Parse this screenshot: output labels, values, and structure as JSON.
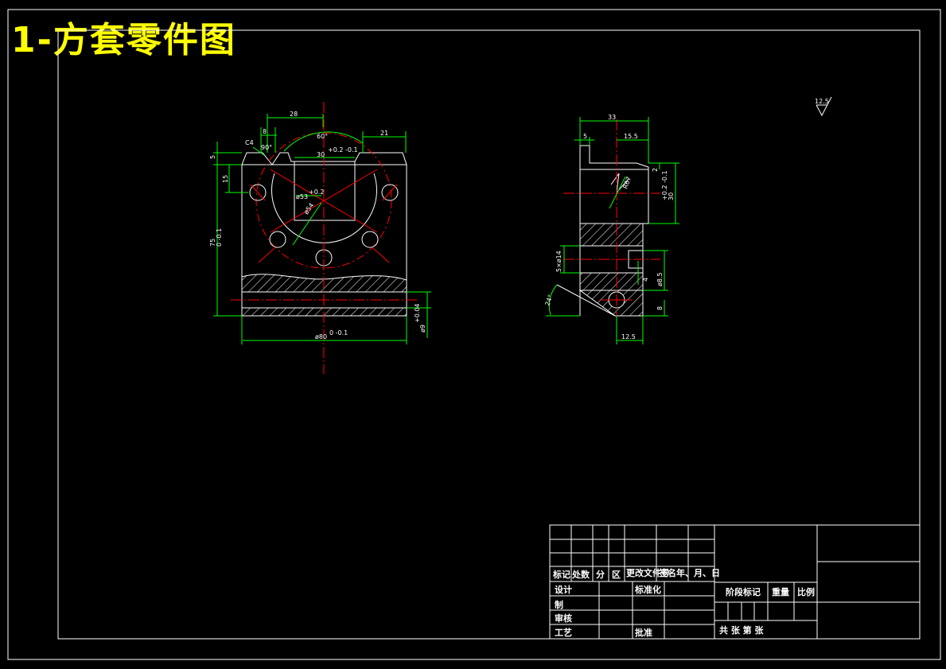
{
  "title": "1-方套零件图",
  "colors": {
    "background": "#000000",
    "outline": "#ffffff",
    "dimension": "#00ff00",
    "center": "#ff0000",
    "title": "#ffff00"
  },
  "front_view": {
    "dims": {
      "d28": "28",
      "d8": "8",
      "c4": "C4",
      "d60": "60°",
      "d21": "21",
      "d90": "90°",
      "d30": "30",
      "d30tol": "+0.2 -0.1",
      "d5": "5",
      "d15": "15",
      "d75": "75",
      "d75tol": "0 -0.1",
      "d53": "ø53",
      "d53tol": "+0.2",
      "d54": "ø54",
      "d80": "ø80",
      "d80tol": "0 -0.1",
      "d9": "ø9",
      "d9tol": "+0.04"
    }
  },
  "side_view": {
    "dims": {
      "d33": "33",
      "d5": "5",
      "d155": "15.5",
      "r67": "R67",
      "d2": "2",
      "d30": "30",
      "d30tol": "+0.2 -0.1",
      "d5x14": "5×ø14",
      "d4": "4",
      "d85": "ø8.5",
      "d8": "8",
      "d24": "24°",
      "d125": "12.5"
    }
  },
  "roughness": "12.5",
  "title_block": {
    "mark": "标记",
    "count": "处数",
    "partition": "分",
    "zone": "区",
    "change_doc": "更改文件号",
    "signature": "签名",
    "date": "年、月、日",
    "design": "设计",
    "standardize": "标准化",
    "draw": "制",
    "check": "审核",
    "process": "工艺",
    "approve": "批准",
    "stage": "阶段标记",
    "weight": "重量",
    "scale": "比例",
    "sheets": "共 张 第 张"
  }
}
